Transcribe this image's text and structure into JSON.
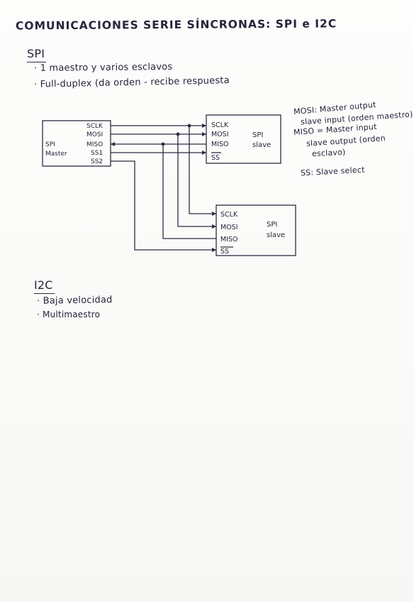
{
  "title": "COMUNICACIONES SERIE SÍNCRONAS: SPI e I2C",
  "spi": {
    "heading": "SPI",
    "bullets": [
      "· 1 maestro y varios esclavos",
      "· Full-duplex (da orden - recibe respuesta"
    ],
    "master": {
      "name_line1": "SPI",
      "name_line2": "Master",
      "pins": [
        "SCLK",
        "MOSI",
        "MISO",
        "SS1",
        "SS2"
      ]
    },
    "slave1": {
      "name_line1": "SPI",
      "name_line2": "slave",
      "pins": [
        "SCLK",
        "MOSI",
        "MISO",
        "SS"
      ]
    },
    "slave2": {
      "name_line1": "SPI",
      "name_line2": "slave",
      "pins": [
        "SCLK",
        "MOSI",
        "MISO",
        "SS"
      ]
    },
    "notes": [
      "MOSI: Master output",
      "slave input (orden maestro)",
      "MISO = Master input",
      "slave output (orden",
      "esclavo)",
      "SS: Slave select"
    ]
  },
  "i2c": {
    "heading": "I2C",
    "bullets": [
      "· Baja velocidad",
      "· Multimaestro"
    ]
  }
}
